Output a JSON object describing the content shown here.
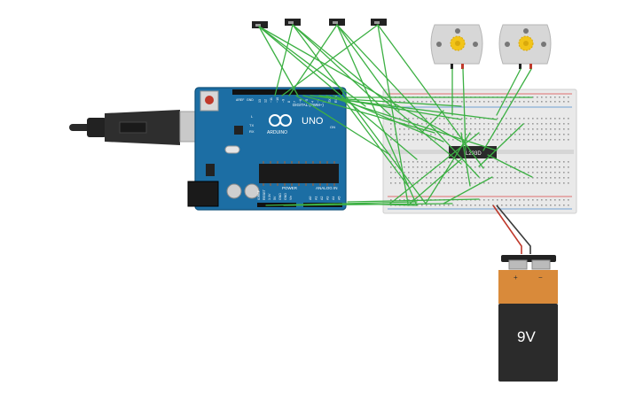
{
  "arduino": {
    "brand": "ARDUINO",
    "model": "UNO",
    "digital_label": "DIGITAL (PWM~)",
    "power_label": "POWER",
    "analog_label": "ANALOG IN",
    "tx_label": "TX",
    "rx_label": "RX",
    "l_label": "L",
    "on_label": "ON",
    "aref_label": "AREF",
    "gnd_label": "GND",
    "digital_pins": [
      "13",
      "12",
      "~11",
      "~10",
      "~9",
      "8",
      "7",
      "~6",
      "~5",
      "4",
      "~3",
      "2",
      "TX 1",
      "RX 0"
    ],
    "power_pins": [
      "IOREF",
      "RESET",
      "3.3V",
      "5V",
      "GND",
      "GND",
      "Vin"
    ],
    "analog_pins": [
      "A0",
      "A1",
      "A2",
      "A3",
      "A4",
      "A5"
    ]
  },
  "driver_ic": {
    "label": "L293D"
  },
  "battery": {
    "label": "9V",
    "plus": "+",
    "minus": "−"
  },
  "breadboard": {
    "column_numbers_visible": true
  },
  "colors": {
    "wire": "#3cb043",
    "board": "#1c6ea4",
    "battery_top": "#d98a3a",
    "battery_body": "#2b2b2b",
    "motor": "#d7d7d7",
    "gear": "#f2c418",
    "breadboard": "#e9e9e9"
  }
}
